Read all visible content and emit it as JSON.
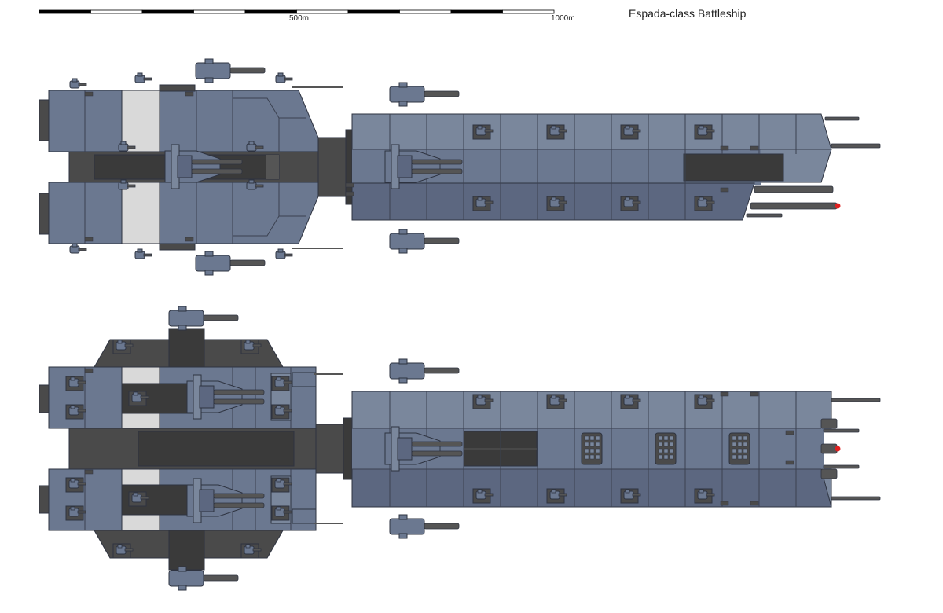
{
  "title": "Espada-class Battleship",
  "scale_bar": {
    "label_mid": "500m",
    "label_end": "1000m",
    "segments": 10
  },
  "colors": {
    "hull_light": "#7a879c",
    "hull_mid": "#6b7890",
    "hull_dark": "#5c6780",
    "hull_shadow": "#4e576b",
    "panel_line": "#3b4150",
    "deck_grey": "#4a4a4a",
    "deck_dark": "#3a3a3a",
    "light_band": "#d9d9d9",
    "barrel": "#555555",
    "warning_red": "#e02020"
  },
  "views": [
    {
      "name": "top-view"
    },
    {
      "name": "bottom-view"
    }
  ]
}
